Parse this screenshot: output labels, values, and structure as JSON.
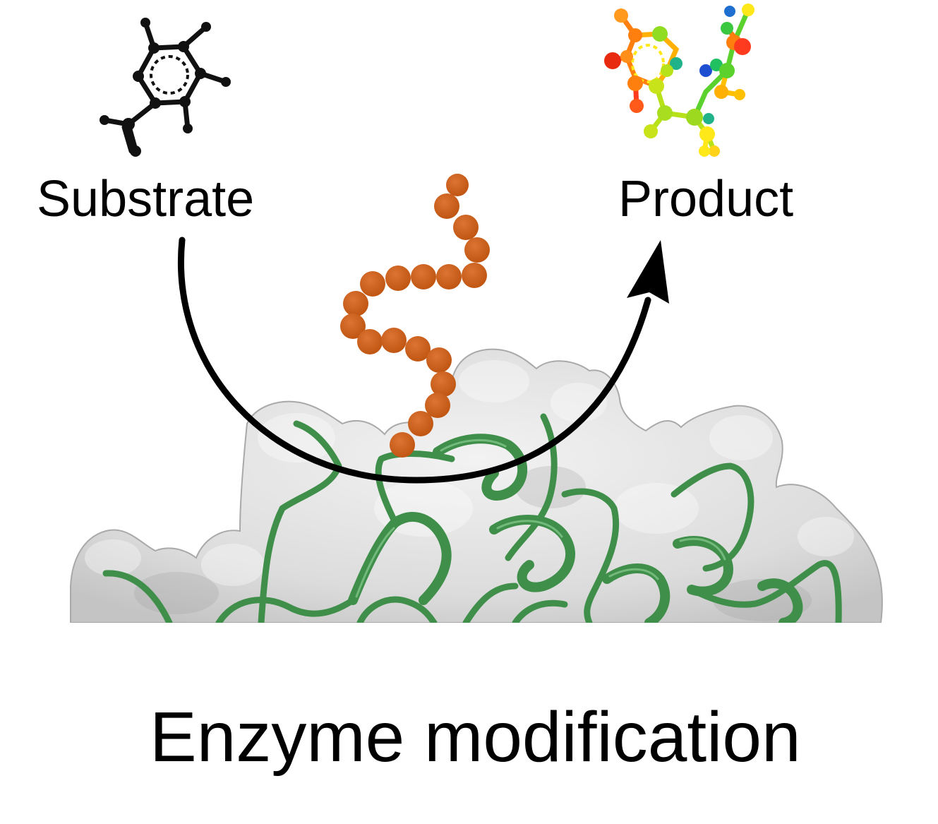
{
  "labels": {
    "substrate": "Substrate",
    "product": "Product",
    "caption": "Enzyme modification"
  },
  "colors": {
    "text": "#000000",
    "arrow": "#000000",
    "polymer_bead": "#c65a18",
    "enzyme_surface": "#d9d9d9",
    "enzyme_ribbon": "#3f8f4a",
    "substrate_molecule": "#111111",
    "product_molecule_palette": [
      "#ff7f0e",
      "#ff3b1f",
      "#b7e21a",
      "#5ad12c",
      "#ffe81a",
      "#1f5fd1",
      "#20b38a"
    ]
  },
  "icons": {
    "substrate_molecule": "benzene-ball-and-stick-icon",
    "product_molecule": "colored-ball-and-stick-molecule-icon",
    "polymer_chain": "bead-chain-polymer-icon",
    "enzyme": "protein-surface-ribbon-icon",
    "reaction_arrow": "curved-arrow-icon"
  }
}
